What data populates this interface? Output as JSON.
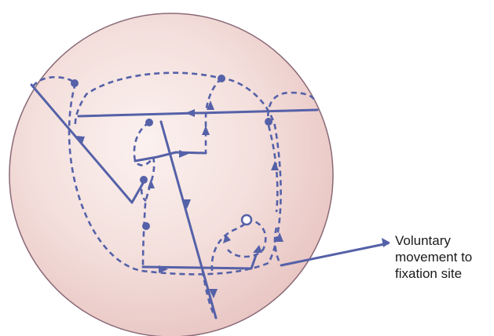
{
  "caption": {
    "line1": "Voluntary",
    "line2": "movement to",
    "line3": "fixation site"
  },
  "colors": {
    "eyeball": "#f2dcd9",
    "eyeball_outline": "#8a6a78",
    "trace": "#5561a8",
    "text": "#1a1a1a"
  }
}
